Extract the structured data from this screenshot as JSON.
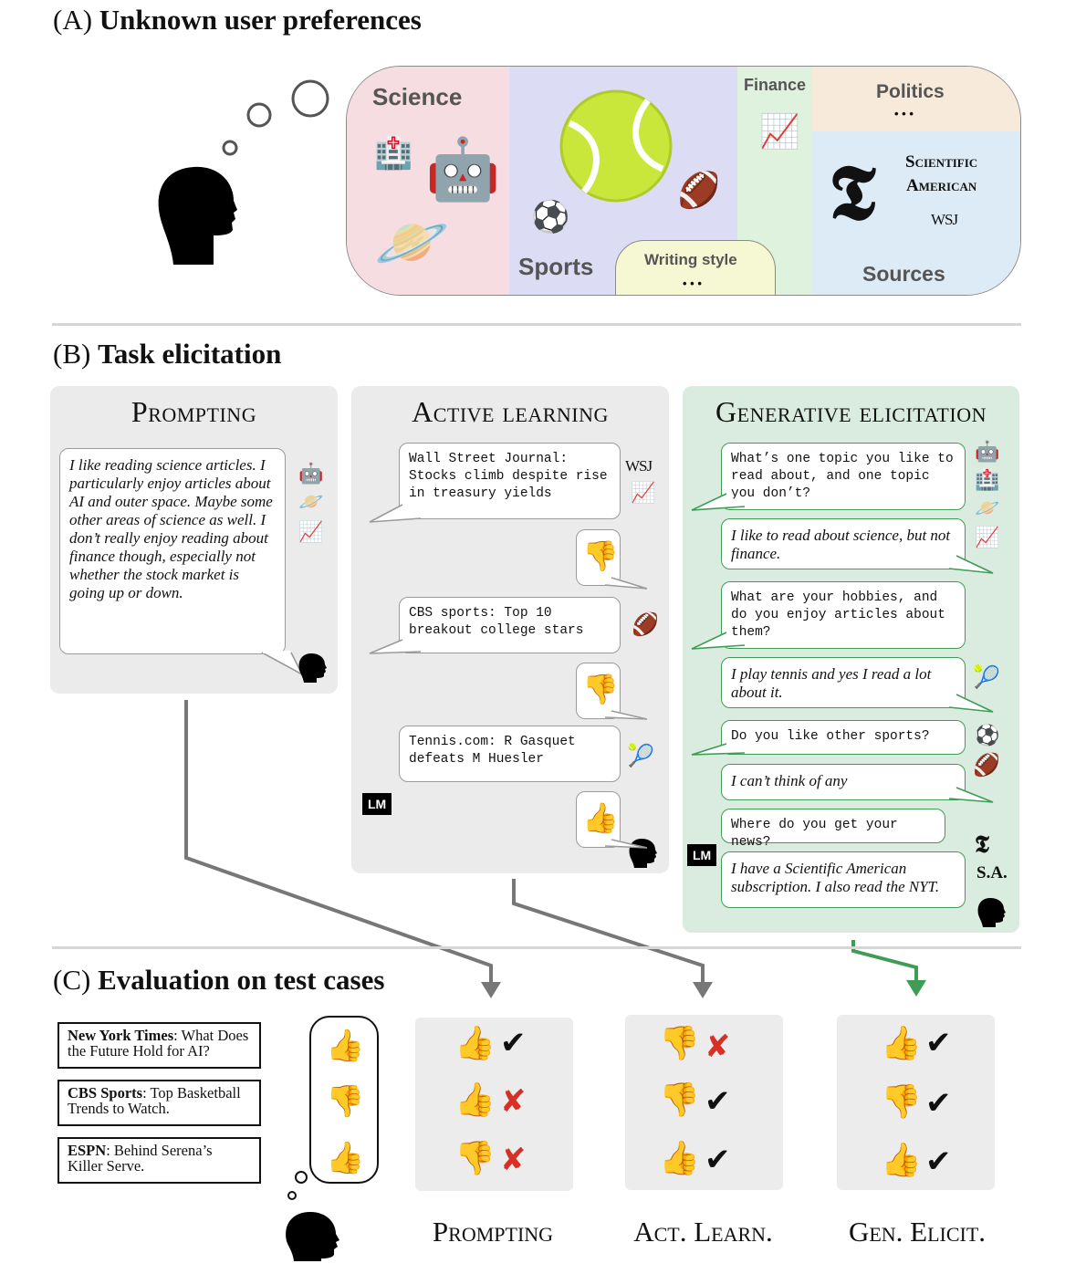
{
  "section_a": {
    "title_prefix": "(A)",
    "title_bold": "Unknown user preferences",
    "categories": {
      "science": "Science",
      "sports": "Sports",
      "finance": "Finance",
      "politics": "Politics",
      "politics_dots": "• • •",
      "writing_style": "Writing style",
      "writing_dots": "• • •",
      "sources": "Sources"
    },
    "logos": {
      "nyt": "𝕿",
      "sci_am_line1": "Scientific",
      "sci_am_line2": "American",
      "wsj": "WSJ"
    },
    "icons": [
      "hospital-icon",
      "robot-icon",
      "planet-icon",
      "tennis-ball-icon",
      "soccer-ball-icon",
      "football-icon",
      "chart-icon"
    ]
  },
  "section_b": {
    "title_prefix": "(B)",
    "title_bold": "Task elicitation",
    "prompting": {
      "title": "Prompting",
      "text": "I like reading science articles. I particularly enjoy articles about AI and outer space. Maybe some other areas of science as well. I don’t really enjoy reading about finance though, especially not whether the stock market is going up or down."
    },
    "active_learning": {
      "title": "Active learning",
      "items": [
        {
          "text": "Wall Street Journal: Stocks climb despite rise in treasury yields",
          "source_logo": "WSJ",
          "response": "thumbs-down"
        },
        {
          "text": "CBS sports: Top 10 breakout college stars",
          "response": "thumbs-down"
        },
        {
          "text": "Tennis.com: R Gasquet defeats M Huesler",
          "response": "thumbs-up"
        }
      ],
      "lm_label": "LM"
    },
    "generative": {
      "title": "Generative elicitation",
      "turns": [
        {
          "speaker": "lm",
          "text": "What’s one topic you like to read about, and one topic you don’t?"
        },
        {
          "speaker": "user",
          "text": "I like to read about science, but not finance."
        },
        {
          "speaker": "lm",
          "text": "What are your hobbies, and do you enjoy articles about them?"
        },
        {
          "speaker": "user",
          "text": "I play tennis and yes I read a lot about it."
        },
        {
          "speaker": "lm",
          "text": "Do you like other sports?"
        },
        {
          "speaker": "user",
          "text": "I can’t think of any"
        },
        {
          "speaker": "lm",
          "text": "Where do you get your news?"
        },
        {
          "speaker": "user",
          "text": "I have a Scientific American subscription. I also read the NYT."
        }
      ],
      "lm_label": "LM",
      "sa_label": "S.A."
    }
  },
  "section_c": {
    "title_prefix": "(C)",
    "title_bold": "Evaluation on test cases",
    "articles": [
      {
        "source": "New York Times",
        "rest": ": What Does the Future Hold for AI?"
      },
      {
        "source": "CBS Sports",
        "rest": ": Top Basketball Trends to Watch."
      },
      {
        "source": "ESPN",
        "rest": ": Behind Serena’s Killer Serve."
      }
    ],
    "ground_truth": [
      "thumbs-up",
      "thumbs-down",
      "thumbs-up"
    ],
    "methods": [
      {
        "label": "Prompting",
        "predictions": [
          "thumbs-up",
          "thumbs-up",
          "thumbs-down"
        ],
        "correct": [
          true,
          false,
          false
        ]
      },
      {
        "label": "Act. Learn.",
        "predictions": [
          "thumbs-down",
          "thumbs-down",
          "thumbs-up"
        ],
        "correct": [
          false,
          true,
          true
        ]
      },
      {
        "label": "Gen. Elicit.",
        "predictions": [
          "thumbs-up",
          "thumbs-down",
          "thumbs-up"
        ],
        "correct": [
          true,
          true,
          true
        ]
      }
    ]
  },
  "colors": {
    "science": "#f5dde1",
    "sports": "#dcdcf4",
    "finance": "#dff2dd",
    "politics": "#f8eadb",
    "writing": "#f6f7d3",
    "sources": "#dcebf5",
    "panel_gray": "#ebebeb",
    "panel_green": "#d9ecdf",
    "green_accent": "#3f9c55",
    "arrow_gray": "#777777",
    "wrong_red": "#d93025"
  }
}
